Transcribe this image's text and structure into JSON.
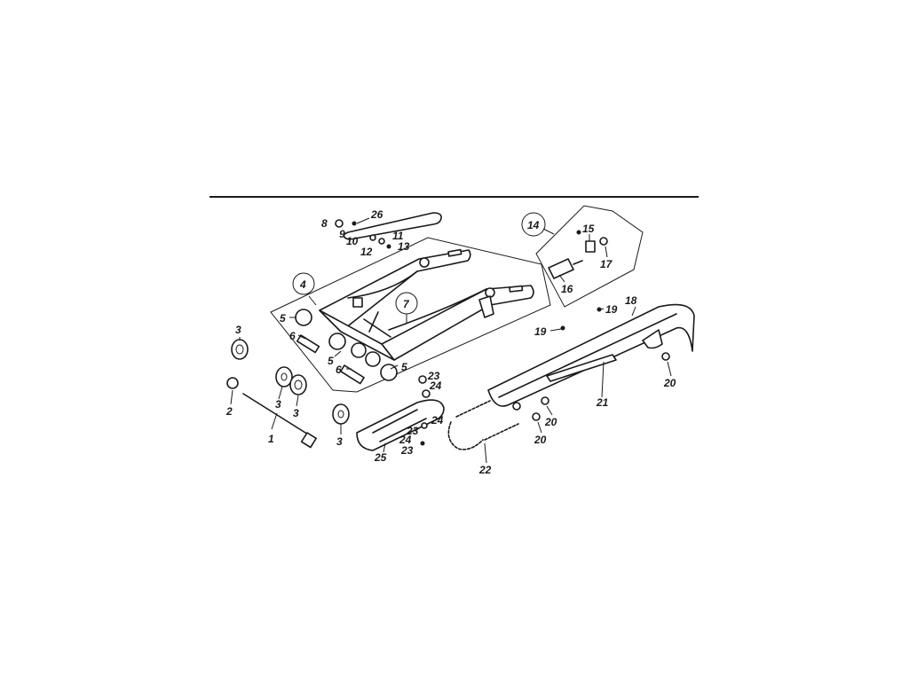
{
  "callouts": [
    {
      "id": "c1",
      "text": "1",
      "x": 0,
      "y": 0
    },
    {
      "id": "c2",
      "text": "2"
    },
    {
      "id": "c3a",
      "text": "3"
    },
    {
      "id": "c3b",
      "text": "3"
    },
    {
      "id": "c3c",
      "text": "3"
    },
    {
      "id": "c3d",
      "text": "3"
    },
    {
      "id": "c4",
      "text": "4"
    },
    {
      "id": "c5a",
      "text": "5"
    },
    {
      "id": "c5b",
      "text": "5"
    },
    {
      "id": "c5c",
      "text": "5"
    },
    {
      "id": "c6a",
      "text": "6"
    },
    {
      "id": "c6b",
      "text": "6"
    },
    {
      "id": "c7",
      "text": "7"
    },
    {
      "id": "c8",
      "text": "8"
    },
    {
      "id": "c9",
      "text": "9"
    },
    {
      "id": "c10",
      "text": "10"
    },
    {
      "id": "c11",
      "text": "11"
    },
    {
      "id": "c12",
      "text": "12"
    },
    {
      "id": "c13",
      "text": "13"
    },
    {
      "id": "c14",
      "text": "14"
    },
    {
      "id": "c15",
      "text": "15"
    },
    {
      "id": "c16",
      "text": "16"
    },
    {
      "id": "c17",
      "text": "17"
    },
    {
      "id": "c18",
      "text": "18"
    },
    {
      "id": "c19a",
      "text": "19"
    },
    {
      "id": "c19b",
      "text": "19"
    },
    {
      "id": "c20a",
      "text": "20"
    },
    {
      "id": "c20b",
      "text": "20"
    },
    {
      "id": "c20c",
      "text": "20"
    },
    {
      "id": "c21",
      "text": "21"
    },
    {
      "id": "c22",
      "text": "22"
    },
    {
      "id": "c23a",
      "text": "23"
    },
    {
      "id": "c23b",
      "text": "23"
    },
    {
      "id": "c23c",
      "text": "23"
    },
    {
      "id": "c24a",
      "text": "24"
    },
    {
      "id": "c24b",
      "text": "24"
    },
    {
      "id": "c24c",
      "text": "24"
    },
    {
      "id": "c25",
      "text": "25"
    },
    {
      "id": "c26",
      "text": "26"
    }
  ]
}
